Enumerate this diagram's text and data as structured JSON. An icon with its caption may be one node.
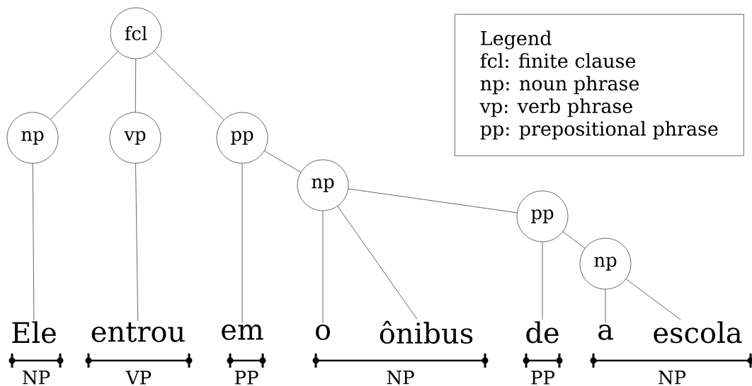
{
  "diagram": {
    "nodes": [
      {
        "text": [
          "fcl"
        ]
      },
      {
        "text": [
          "np"
        ]
      },
      {
        "text": [
          "vp"
        ]
      },
      {
        "text": [
          "pp"
        ]
      },
      {
        "text": [
          "np"
        ]
      },
      {
        "text": [
          "pp"
        ]
      },
      {
        "text": [
          "np"
        ]
      },
      {
        "text": [
          "Ele"
        ]
      },
      {
        "text": [
          "entrou"
        ]
      },
      {
        "text": [
          "em"
        ]
      },
      {
        "text": [
          "o"
        ]
      },
      {
        "text": [
          "ônibus"
        ]
      },
      {
        "text": [
          "de"
        ]
      },
      {
        "text": [
          "a"
        ]
      },
      {
        "text": [
          "escola"
        ]
      },
      {
        "text": [
          "Legend",
          "fcl: finite clause",
          "np: noun phrase",
          "vp: verb phrase",
          "pp: prepositional phrase"
        ]
      }
    ],
    "edges": [
      {
        "from": 0,
        "to": 1,
        "arrow": "none"
      },
      {
        "from": 0,
        "to": 2,
        "arrow": "none"
      },
      {
        "from": 0,
        "to": 3,
        "arrow": "none"
      },
      {
        "from": 1,
        "to": 7,
        "arrow": "none"
      },
      {
        "from": 2,
        "to": 8,
        "arrow": "none"
      },
      {
        "from": 3,
        "to": 9,
        "arrow": "none"
      },
      {
        "from": 3,
        "to": 4,
        "arrow": "none"
      },
      {
        "from": 4,
        "to": 10,
        "arrow": "none"
      },
      {
        "from": 4,
        "to": 11,
        "arrow": "none"
      },
      {
        "from": 4,
        "to": 5,
        "arrow": "none"
      },
      {
        "from": 5,
        "to": 12,
        "arrow": "none"
      },
      {
        "from": 5,
        "to": 6,
        "arrow": "none"
      },
      {
        "from": 6,
        "to": 13,
        "arrow": "none"
      },
      {
        "from": 6,
        "to": 14,
        "arrow": "none"
      }
    ],
    "labels": [
      "NP",
      "VP",
      "PP",
      "NP",
      "PP",
      "NP"
    ]
  }
}
